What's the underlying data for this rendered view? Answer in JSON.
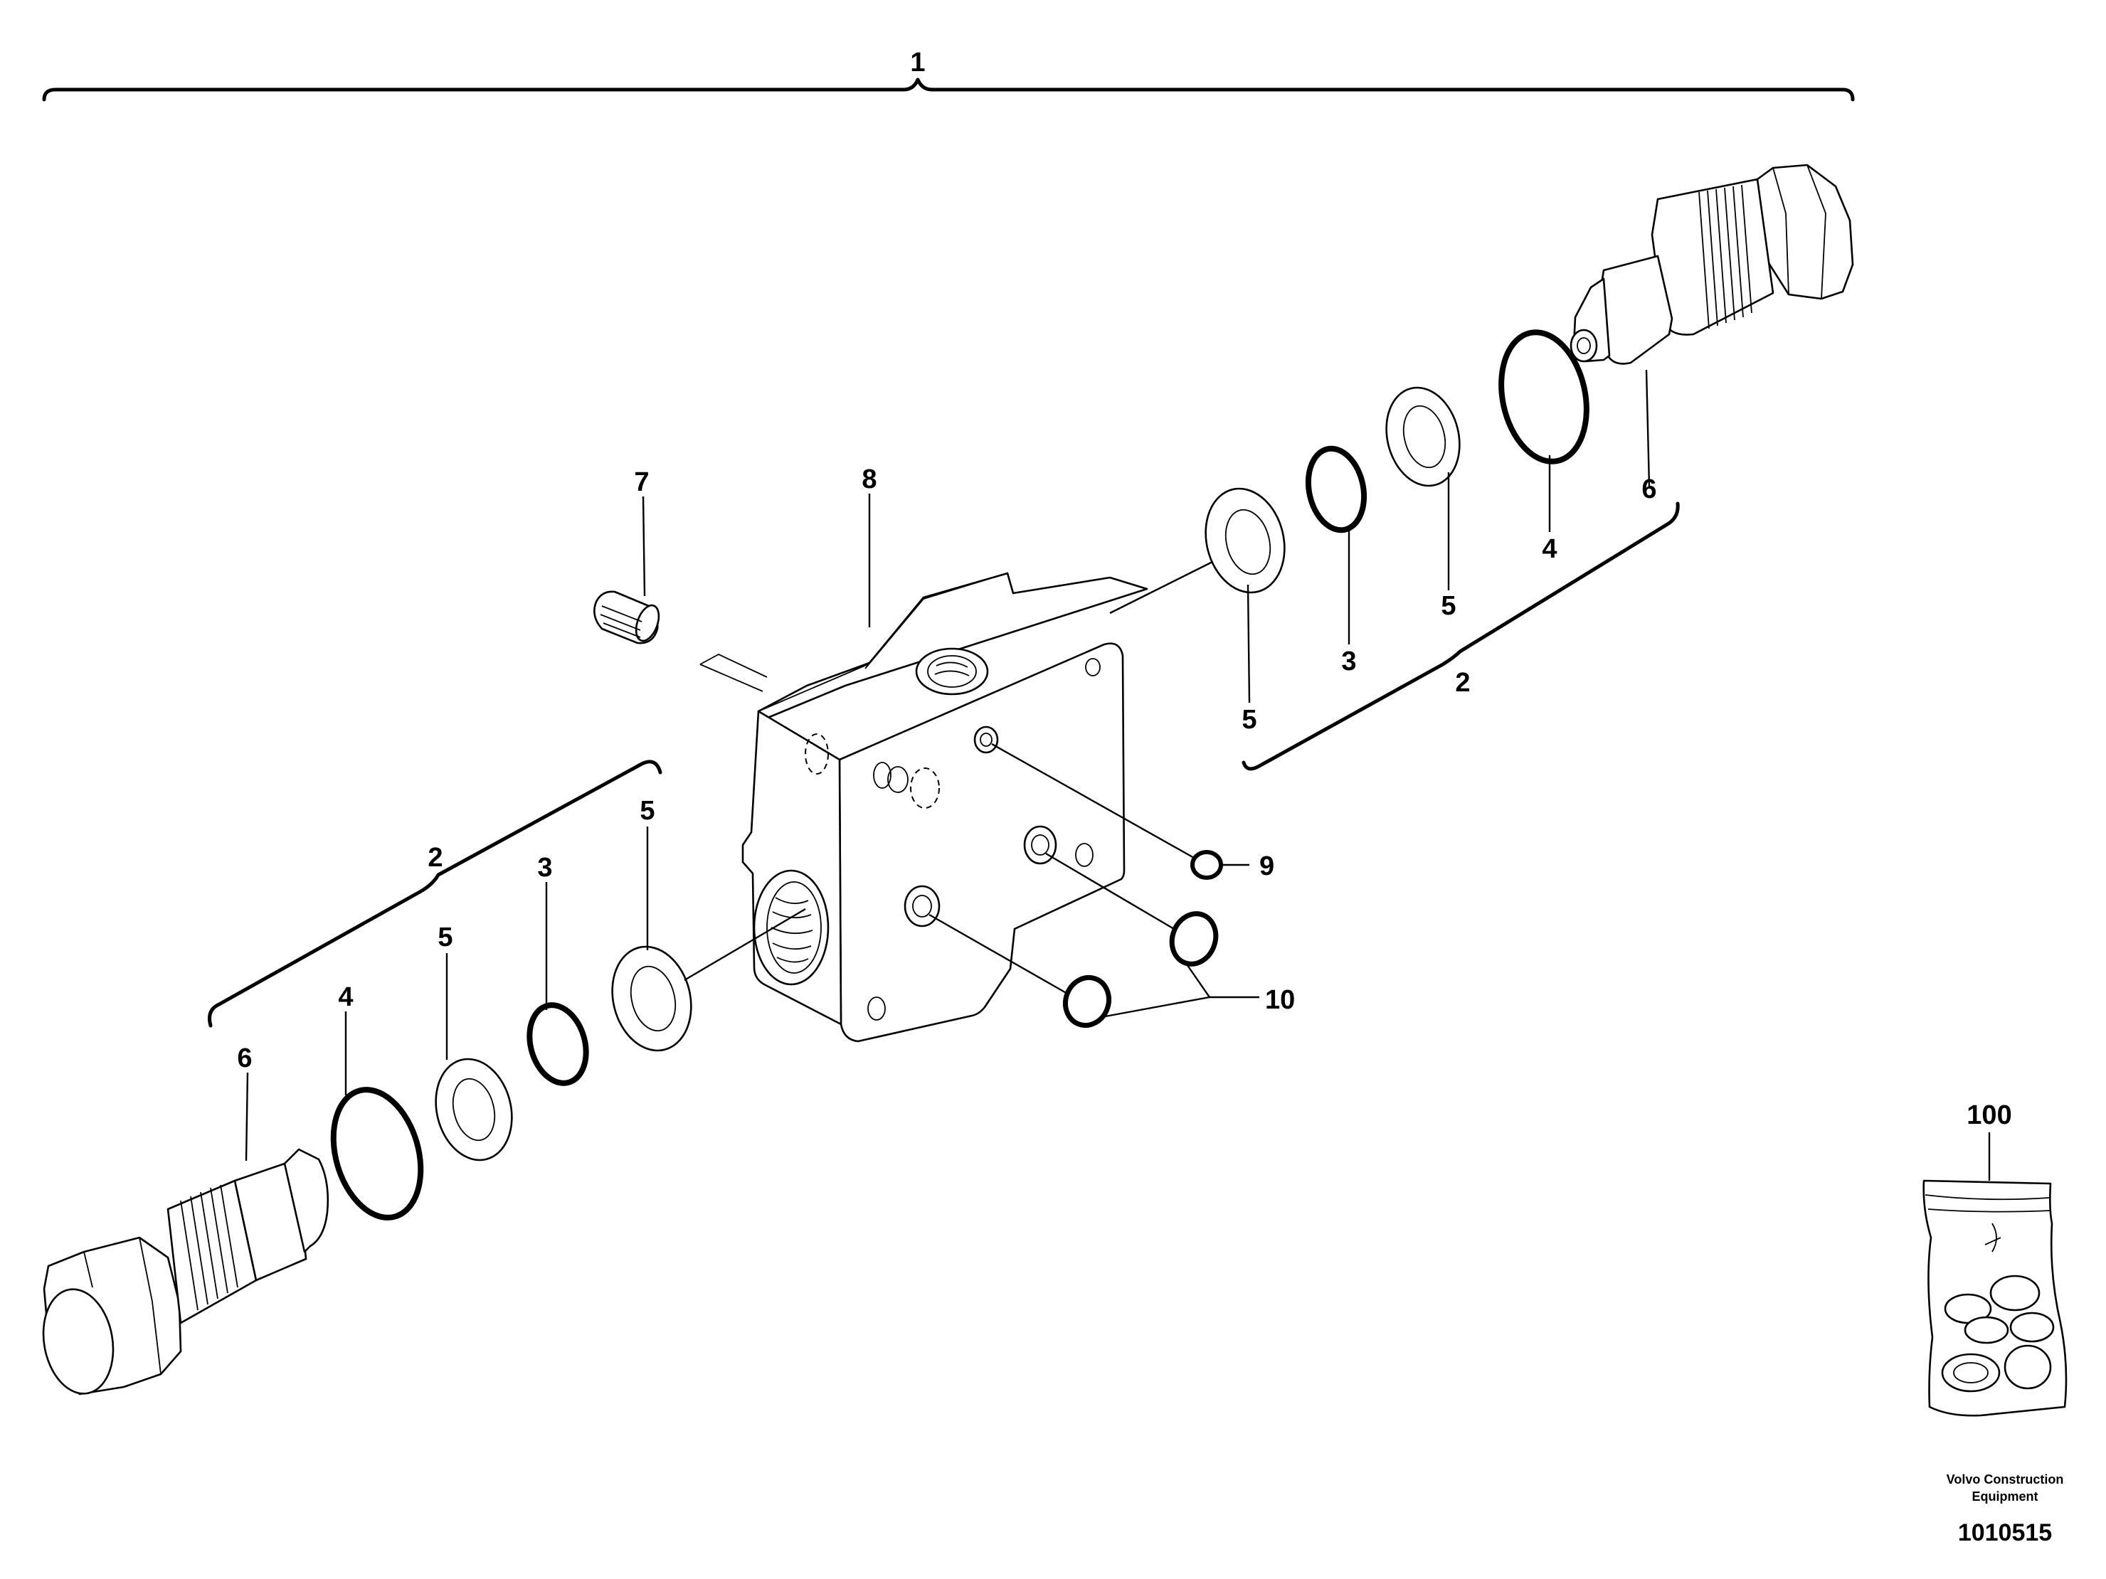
{
  "diagram": {
    "callouts": {
      "assembly": "1",
      "relief_valve_kit_right": "2",
      "relief_valve_kit_left": "2",
      "o_ring_small_right": "3",
      "o_ring_small_left": "3",
      "o_ring_large_right": "4",
      "o_ring_large_left": "4",
      "backup_ring_outer_right": "5",
      "backup_ring_inner_right": "5",
      "backup_ring_outer_left": "5",
      "backup_ring_inner_left": "5",
      "relief_valve_right": "6",
      "relief_valve_left": "6",
      "plug": "7",
      "valve_body": "8",
      "o_ring_port_top": "9",
      "o_ring_port_pair": "10",
      "seal_kit": "100"
    },
    "brand_line1": "Volvo Construction",
    "brand_line2": "Equipment",
    "document_number": "1010515"
  }
}
